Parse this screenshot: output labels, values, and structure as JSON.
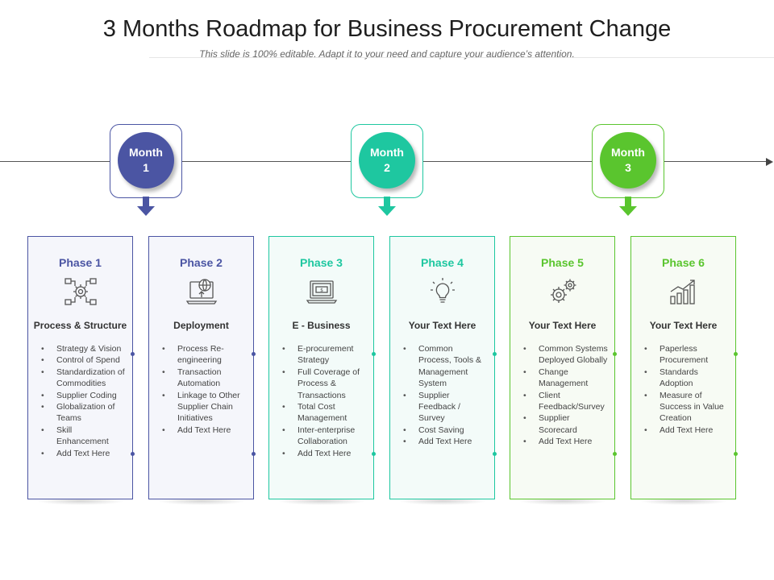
{
  "title": "3 Months Roadmap for Business Procurement Change",
  "subtitle": "This slide is 100% editable. Adapt it to your need and capture your audience’s attention.",
  "colors": {
    "month1": "#4b55a3",
    "month2": "#1ec7a0",
    "month3": "#5ac52e"
  },
  "months": [
    {
      "line1": "Month",
      "line2": "1"
    },
    {
      "line1": "Month",
      "line2": "2"
    },
    {
      "line1": "Month",
      "line2": "3"
    }
  ],
  "phases": [
    {
      "title": "Phase 1",
      "icon": "process-gear-icon",
      "heading": "Process & Structure",
      "items": [
        "Strategy & Vision",
        "Control of Spend",
        "Standardization of Commodities",
        "Supplier Coding",
        "Globalization of Teams",
        "Skill Enhancement",
        "Add Text Here"
      ]
    },
    {
      "title": "Phase 2",
      "icon": "laptop-globe-icon",
      "heading": "Deployment",
      "items": [
        "Process Re-engineering",
        "Transaction Automation",
        "Linkage to Other Supplier Chain Initiatives",
        "Add Text Here"
      ]
    },
    {
      "title": "Phase 3",
      "icon": "laptop-dollar-icon",
      "heading": "E - Business",
      "items": [
        "E-procurement Strategy",
        "Full Coverage of Process & Transactions",
        "Total Cost Management",
        "Inter-enterprise Collaboration",
        "Add Text Here"
      ]
    },
    {
      "title": "Phase 4",
      "icon": "lightbulb-icon",
      "heading": "Your Text Here",
      "items": [
        "Common Process, Tools & Management System",
        "Supplier Feedback / Survey",
        "Cost Saving",
        "Add Text Here"
      ]
    },
    {
      "title": "Phase 5",
      "icon": "gears-icon",
      "heading": "Your Text Here",
      "items": [
        "Common Systems Deployed Globally",
        "Change Management",
        "Client Feedback/Survey",
        "Supplier Scorecard",
        "Add Text Here"
      ]
    },
    {
      "title": "Phase 6",
      "icon": "bar-chart-growth-icon",
      "heading": "Your Text Here",
      "items": [
        "Paperless Procurement",
        "Standards Adoption",
        "Measure of Success in Value Creation",
        "Add Text Here"
      ]
    }
  ]
}
